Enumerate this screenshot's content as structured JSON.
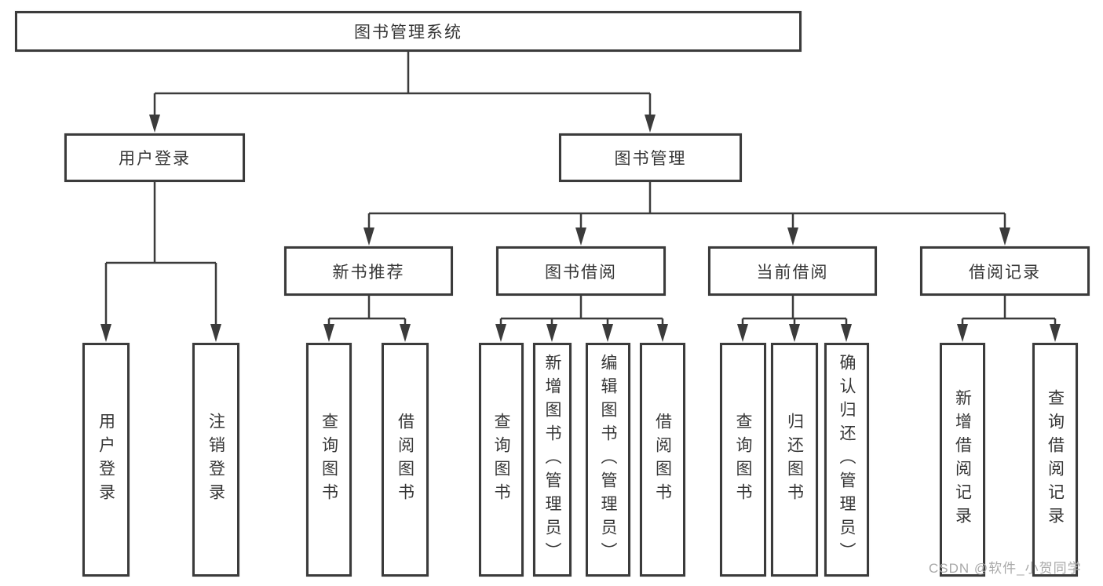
{
  "tree": {
    "label": "图书管理系统",
    "children": [
      {
        "label": "用户登录",
        "children": [
          {
            "label": "用户登录"
          },
          {
            "label": "注销登录"
          }
        ]
      },
      {
        "label": "图书管理",
        "children": [
          {
            "label": "新书推荐",
            "children": [
              {
                "label": "查询图书"
              },
              {
                "label": "借阅图书"
              }
            ]
          },
          {
            "label": "图书借阅",
            "children": [
              {
                "label": "查询图书"
              },
              {
                "label": "新增图书（管理员）"
              },
              {
                "label": "编辑图书（管理员）"
              },
              {
                "label": "借阅图书"
              }
            ]
          },
          {
            "label": "当前借阅",
            "children": [
              {
                "label": "查询图书"
              },
              {
                "label": "归还图书"
              },
              {
                "label": "确认归还（管理员）"
              }
            ]
          },
          {
            "label": "借阅记录",
            "children": [
              {
                "label": "新增借阅记录"
              },
              {
                "label": "查询借阅记录"
              }
            ]
          }
        ]
      }
    ]
  },
  "watermark": {
    "text": "CSDN @软件_小贺同学",
    "color": "#a9a9a9"
  },
  "colors": {
    "background": "#ffffff",
    "box_border": "#3b3b3b",
    "connector_line": "#3b3b3b",
    "text": "#363636"
  }
}
